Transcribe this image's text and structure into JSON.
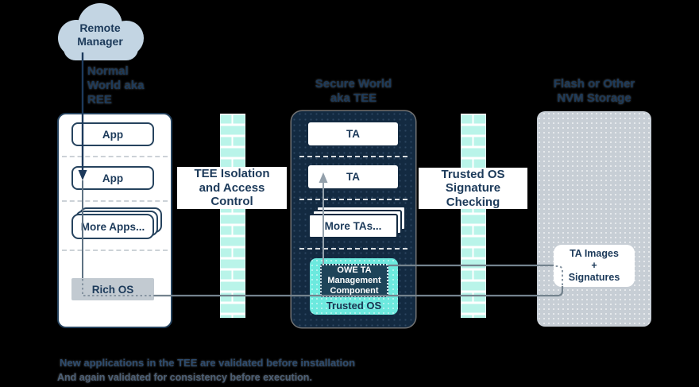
{
  "colors": {
    "background": "#000000",
    "navy_text": "#1c3a5a",
    "cloud_fill": "#c3d5e3",
    "brick_mint": "#b9f4e9",
    "secure_world_bg": "#132a41",
    "trusted_os_teal": "#6ce9de",
    "owe_box_bg": "#1e4459",
    "flash_gray": "#c7ced5",
    "rich_os_gray": "#c2cad1",
    "connector_gray": "#74838e"
  },
  "cloud": {
    "label_lines": [
      "Remote",
      "Manager"
    ]
  },
  "normal_world": {
    "title_lines": [
      "Normal",
      "World aka",
      "REE"
    ],
    "app1": "App",
    "app2": "App",
    "more_apps": "More Apps...",
    "rich_os": "Rich OS"
  },
  "wall_left": {
    "label_lines": [
      "TEE Isolation",
      "and Access",
      "Control"
    ]
  },
  "secure_world": {
    "title_lines": [
      "Secure World",
      "aka TEE"
    ],
    "ta1": "TA",
    "ta2": "TA",
    "more_tas": "More TAs...",
    "owe_lines": [
      "OWE TA",
      "Management",
      "Component"
    ],
    "trusted_os": "Trusted OS"
  },
  "wall_right": {
    "label_lines": [
      "Trusted OS",
      "Signature",
      "Checking"
    ]
  },
  "flash": {
    "title_lines": [
      "Flash or Other",
      "NVM Storage"
    ],
    "ta_images_lines": [
      "TA Images",
      "+",
      "Signatures"
    ]
  },
  "footer": {
    "line1": "New applications in the TEE are validated before installation",
    "line2": "And again validated for consistency before execution."
  }
}
